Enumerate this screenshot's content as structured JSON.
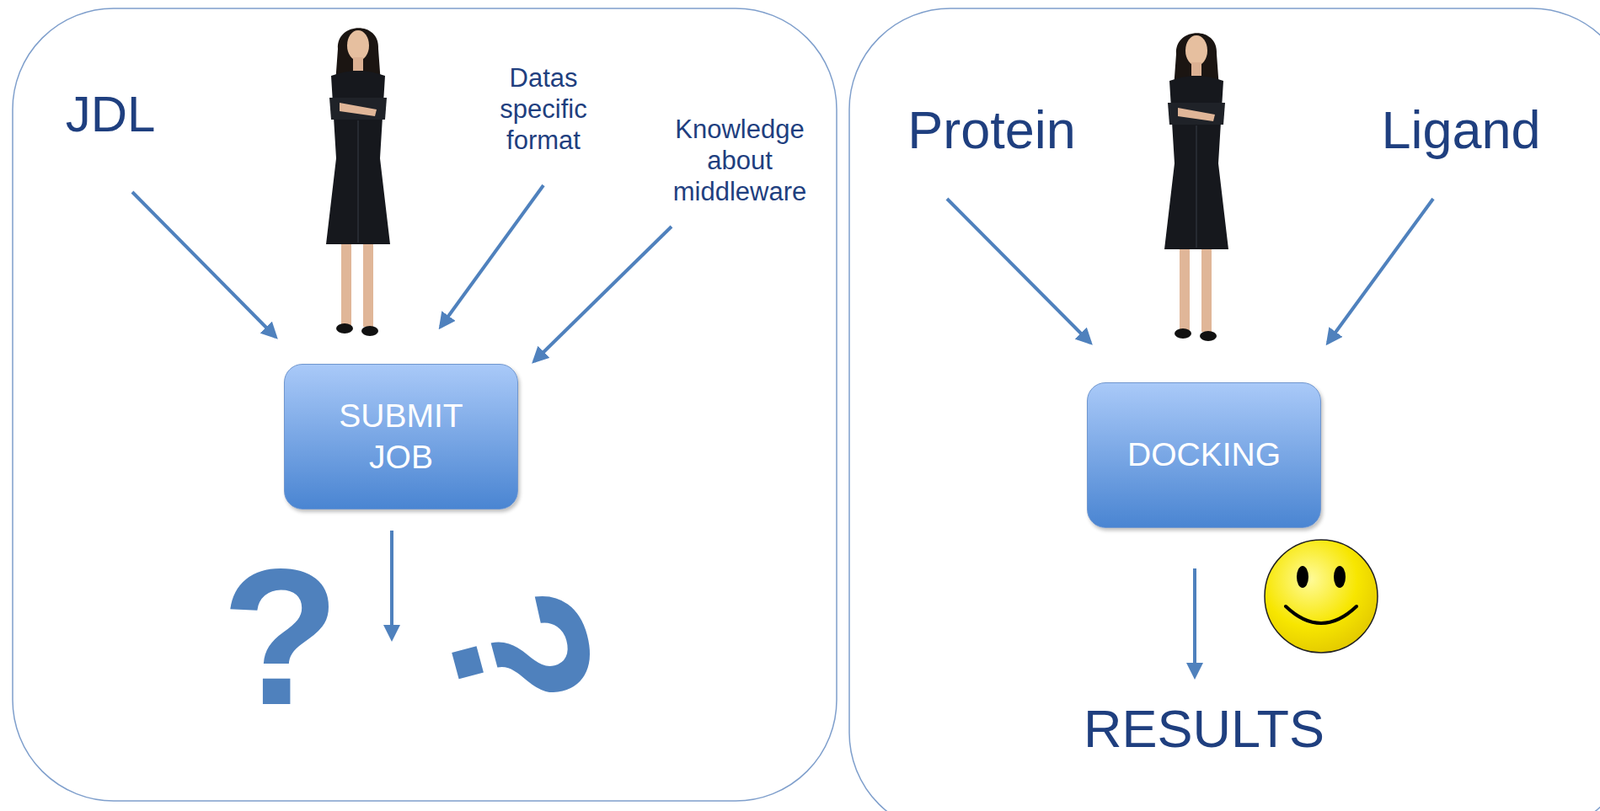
{
  "diagram": {
    "nodes": [
      {
        "text": [
          "SUBMIT JOB"
        ]
      },
      {
        "text": [
          "DOCKING"
        ]
      }
    ],
    "labels": [
      "JDL",
      "Datas specific format",
      "Knowledge about middleware",
      "?",
      "?",
      "Protein",
      "Ligand",
      "RESULTS"
    ]
  }
}
